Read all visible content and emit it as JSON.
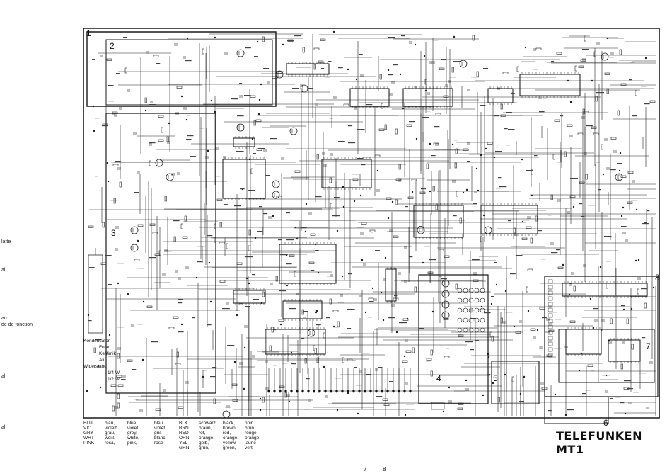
{
  "brand": "TELEFUNKEN MT1",
  "page_numbers": [
    "7",
    "8"
  ],
  "section_numbers": [
    "1",
    "2",
    "3",
    "4",
    "5",
    "6",
    "7",
    "8"
  ],
  "side_text": [
    "latte",
    "al",
    "ard",
    "de de fonction",
    "al",
    "al"
  ],
  "component_key": {
    "title": "Kondensator",
    "folie": "Folie",
    "keramik": "Keramik",
    "alu": "Alu",
    "widerstand": "Widerstand",
    "w1": "1/4 W",
    "w2": "1/2 W"
  },
  "color_legend": [
    [
      "BLU",
      "blau,",
      "blue,",
      "bleu",
      "BLK",
      "schwarz,",
      "black,",
      "noir"
    ],
    [
      "VIO",
      "violett",
      "violet",
      "violet",
      "BRN",
      "braun,",
      "brown,",
      "brun"
    ],
    [
      "GRY",
      "grau,",
      "grey,",
      "gris",
      "RED",
      "rot,",
      "red,",
      "rouge"
    ],
    [
      "WHT",
      "weiß,",
      "white,",
      "blanc",
      "ORN",
      "orange,",
      "orange,",
      "orange"
    ],
    [
      "PINK",
      "rosa,",
      "pink,",
      "rose",
      "YEL",
      "gelb,",
      "yellow,",
      "jaune"
    ],
    [
      "",
      "",
      "",
      "",
      "GRN",
      "grün,",
      "green,",
      "vert"
    ]
  ],
  "colors": {
    "ink": "#1a1a1a",
    "paper": "#ffffff"
  }
}
